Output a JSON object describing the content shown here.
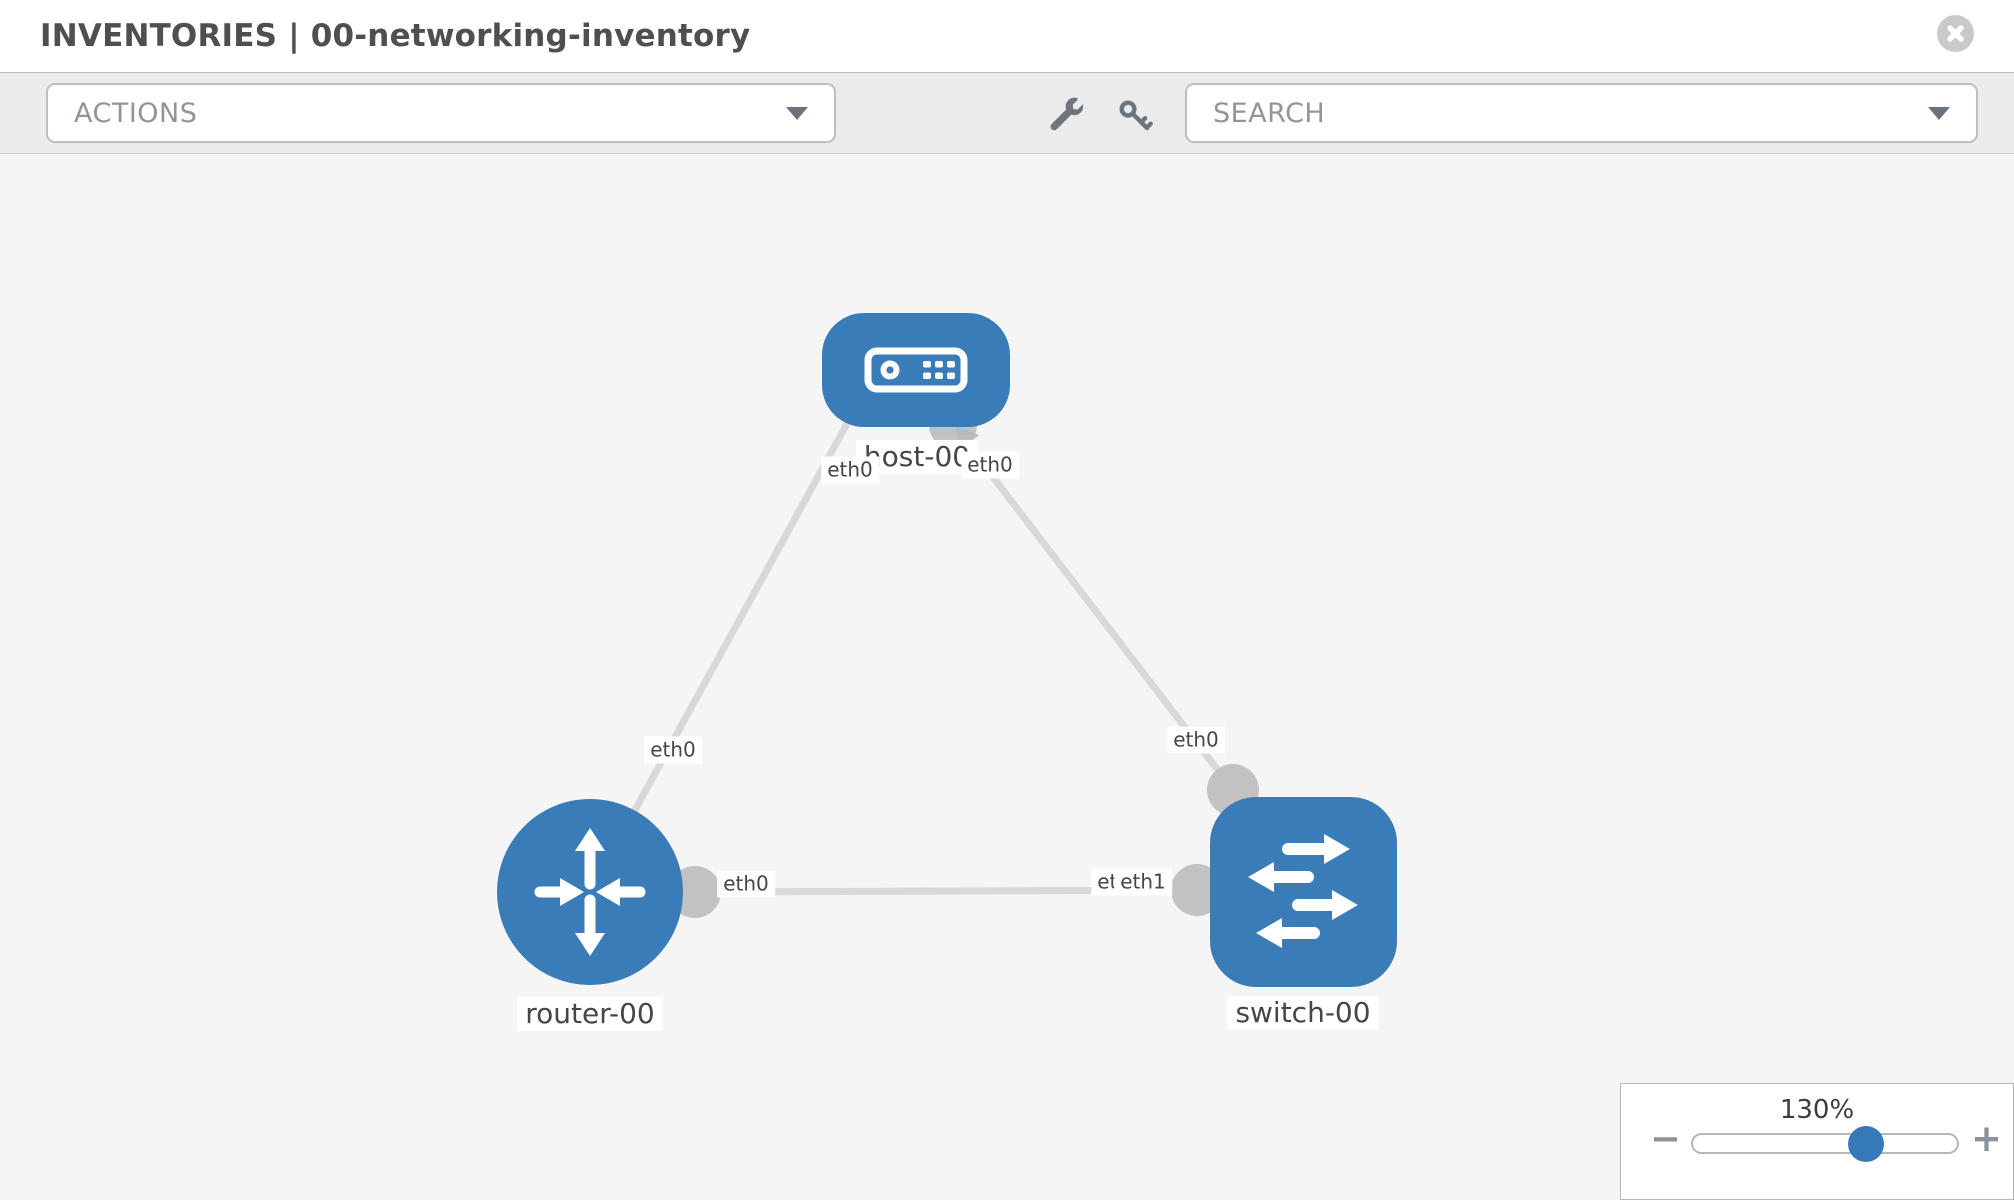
{
  "header": {
    "title": "INVENTORIES | 00-networking-inventory",
    "close_icon": "x-circle"
  },
  "toolbar": {
    "actions_dropdown": {
      "label": "ACTIONS"
    },
    "search_dropdown": {
      "label": "SEARCH"
    },
    "icons": {
      "wrench": "wrench",
      "key": "key"
    }
  },
  "topology": {
    "nodes": [
      {
        "label": "host-00",
        "type": "host"
      },
      {
        "label": "router-00",
        "type": "router"
      },
      {
        "label": "switch-00",
        "type": "switch"
      }
    ],
    "links": [
      {
        "from": "host-00",
        "to": "router-00"
      },
      {
        "from": "host-00",
        "to": "switch-00"
      },
      {
        "from": "router-00",
        "to": "switch-00"
      }
    ],
    "interfaces": {
      "host_left": "eth0",
      "host_right": "eth0",
      "router_uplink": "eth0",
      "router_right": "eth0",
      "switch_hidden": "eth0",
      "switch_link": "eth1",
      "switch_uplink": "eth0"
    }
  },
  "zoom_control": {
    "level": "130%",
    "minus_label": "−",
    "plus_label": "+"
  },
  "colors": {
    "node_blue": "#3a7cb8",
    "link_gray": "#d8d8d8",
    "endpoint_gray": "#c2c2c2",
    "arrowhead_gray": "#b9b9b9",
    "slider_thumb_blue": "#3579b8",
    "canvas_bg": "#f5f5f5",
    "toolbar_bg": "#ebebeb"
  }
}
